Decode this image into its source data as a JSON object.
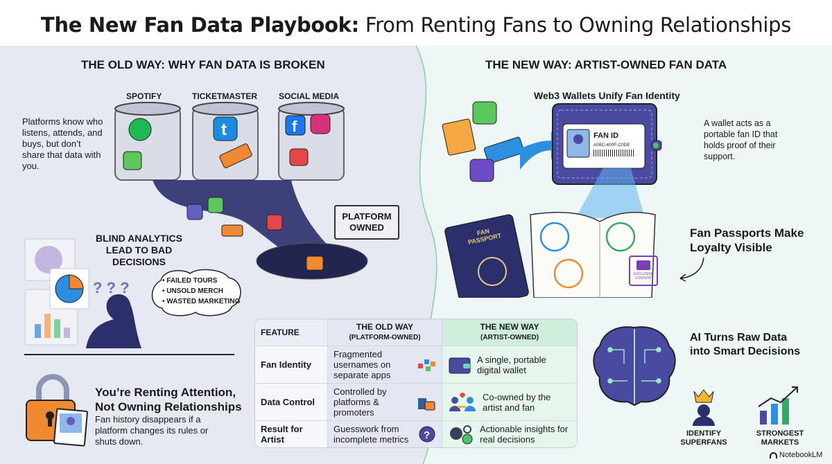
{
  "title": {
    "bold": "The New Fan Data Playbook:",
    "rest": " From Renting Fans to Owning Relationships"
  },
  "old_way": {
    "heading": "THE OLD WAY: WHY FAN DATA IS BROKEN",
    "platforms": [
      "SPOTIFY",
      "TICKETMASTER",
      "SOCIAL MEDIA"
    ],
    "platforms_text": "Platforms know who listens, attends, and buys, but don’t share that data with you.",
    "sign": "PLATFORM OWNED",
    "blind_heading": "BLIND ANALYTICS LEAD TO BAD DECISIONS",
    "thought_items": [
      "• FAILED TOURS",
      "• UNSOLD MERCH",
      "• WASTED MARKETING"
    ],
    "renting_heading": "You’re Renting Attention, Not Owning Relationships",
    "renting_text": "Fan history disappears if a platform changes its rules or shuts down."
  },
  "new_way": {
    "heading": "THE NEW WAY: ARTIST-OWNED FAN DATA",
    "wallet_heading": "Web3 Wallets Unify Fan Identity",
    "fan_id_label": "FAN ID",
    "fan_id_code": "A08C-400F-C0DE",
    "wallet_text": "A wallet acts as a portable fan ID that holds proof of their support.",
    "passport_label": "FAN PASSPORT",
    "stamp_label": "EXCLUSIVE CONTENT",
    "passport_heading": "Fan Passports Make Loyalty Visible",
    "ai_heading": "AI Turns Raw Data into Smart Decisions",
    "ai_items": [
      "IDENTIFY SUPERFANS",
      "STRONGEST MARKETS"
    ]
  },
  "table": {
    "headers": {
      "feature": "FEATURE",
      "old": "THE OLD WAY",
      "old_sub": "(PLATFORM-OWNED)",
      "new": "THE NEW WAY",
      "new_sub": "(ARTIST-OWNED)"
    },
    "rows": [
      {
        "feature": "Fan Identity",
        "old": "Fragmented usernames on separate apps",
        "new": "A single, portable digital wallet"
      },
      {
        "feature": "Data Control",
        "old": "Controlled by platforms & promoters",
        "new": "Co-owned by the artist and fan"
      },
      {
        "feature": "Result for Artist",
        "old": "Guesswork from incomplete metrics",
        "new": "Actionable insights for real decisions"
      }
    ]
  },
  "brand": "NotebookLM",
  "colors": {
    "navy": "#2b2f6b",
    "wallet": "#4a4aa0",
    "green": "#4cc36a",
    "blue": "#2d8fe0",
    "orange": "#f08a32",
    "mint_bg": "#eef7f5",
    "lavender_bg": "#e6e8f2"
  }
}
